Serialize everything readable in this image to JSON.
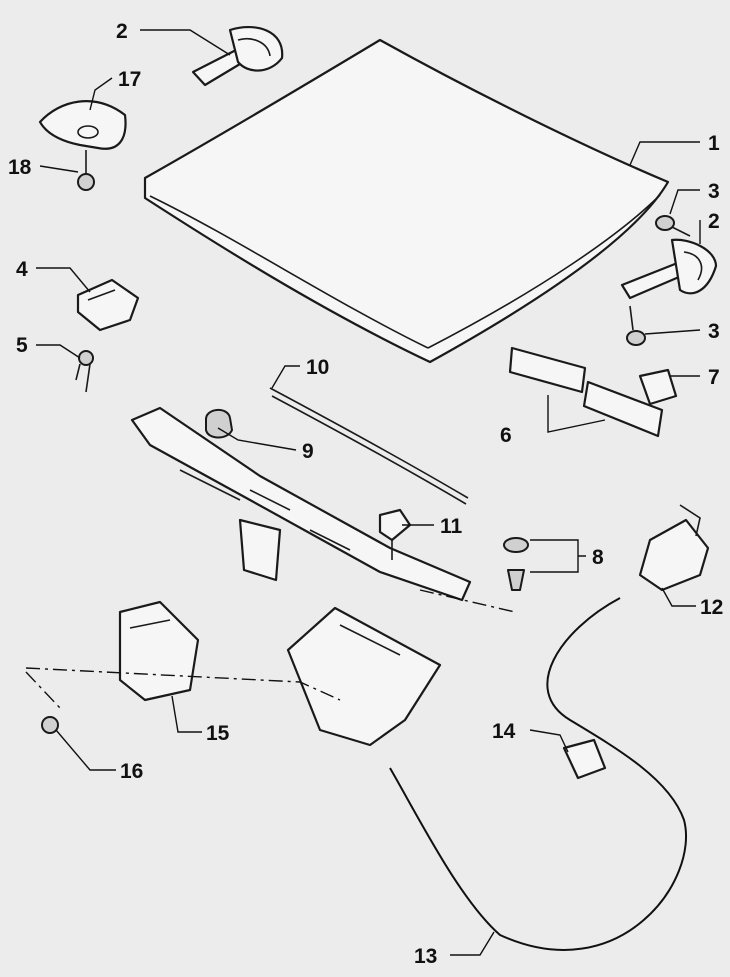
{
  "callouts": [
    {
      "id": "c1",
      "label": "1"
    },
    {
      "id": "c2a",
      "label": "2"
    },
    {
      "id": "c2b",
      "label": "2"
    },
    {
      "id": "c3a",
      "label": "3"
    },
    {
      "id": "c3b",
      "label": "3"
    },
    {
      "id": "c4",
      "label": "4"
    },
    {
      "id": "c5",
      "label": "5"
    },
    {
      "id": "c6",
      "label": "6"
    },
    {
      "id": "c7",
      "label": "7"
    },
    {
      "id": "c8",
      "label": "8"
    },
    {
      "id": "c9",
      "label": "9"
    },
    {
      "id": "c10",
      "label": "10"
    },
    {
      "id": "c11",
      "label": "11"
    },
    {
      "id": "c12",
      "label": "12"
    },
    {
      "id": "c13",
      "label": "13"
    },
    {
      "id": "c14",
      "label": "14"
    },
    {
      "id": "c15",
      "label": "15"
    },
    {
      "id": "c16",
      "label": "16"
    },
    {
      "id": "c17",
      "label": "17"
    },
    {
      "id": "c18",
      "label": "18"
    }
  ]
}
